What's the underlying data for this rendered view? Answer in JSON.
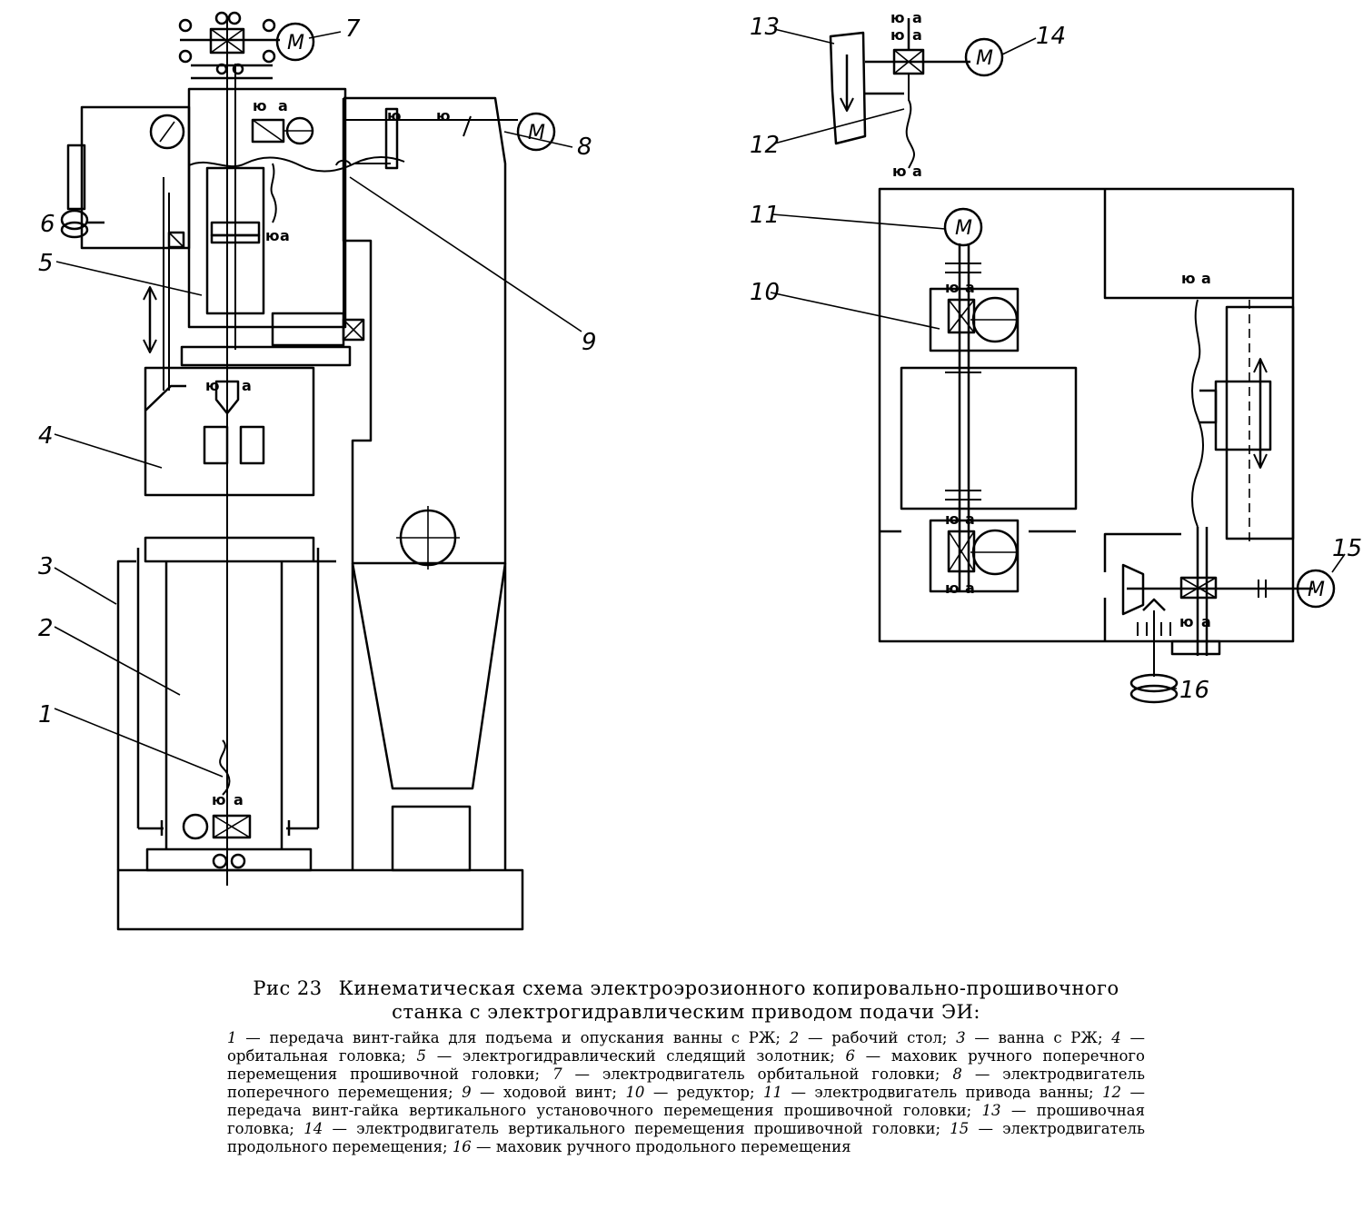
{
  "diagram": {
    "motor_symbol": "M",
    "part_numbers": [
      "1",
      "2",
      "3",
      "4",
      "5",
      "6",
      "7",
      "8",
      "9",
      "10",
      "11",
      "12",
      "13",
      "14",
      "15",
      "16"
    ],
    "bearing_glyph_a": "ю",
    "bearing_glyph_b": "а"
  },
  "caption": {
    "figure_label": "Рис 23",
    "title": "Кинематическая схема электроэрозионного копировально-прошивочного станка с электрогидравлическим приводом подачи ЭИ:",
    "legend": [
      {
        "num": "1",
        "text": "передача винт-гайка для подъема и опускания ванны с РЖ;"
      },
      {
        "num": "2",
        "text": "рабочий стол;"
      },
      {
        "num": "3",
        "text": "ванна с РЖ;"
      },
      {
        "num": "4",
        "text": "орбитальная головка;"
      },
      {
        "num": "5",
        "text": "электрогидравлический следящий золотник;"
      },
      {
        "num": "6",
        "text": "маховик ручного поперечного перемещения прошивочной головки;"
      },
      {
        "num": "7",
        "text": "электродвигатель орбитальной головки;"
      },
      {
        "num": "8",
        "text": "электродвигатель поперечного перемещения;"
      },
      {
        "num": "9",
        "text": "ходовой винт;"
      },
      {
        "num": "10",
        "text": "редуктор;"
      },
      {
        "num": "11",
        "text": "электродвигатель привода ванны;"
      },
      {
        "num": "12",
        "text": "передача винт-гайка вертикального установочного перемещения прошивочной головки;"
      },
      {
        "num": "13",
        "text": "прошивочная головка;"
      },
      {
        "num": "14",
        "text": "электродвигатель вертикального перемещения прошивочной головки;"
      },
      {
        "num": "15",
        "text": "электродвигатель продольного перемещения;"
      },
      {
        "num": "16",
        "text": "маховик ручного продольного перемещения"
      }
    ]
  }
}
